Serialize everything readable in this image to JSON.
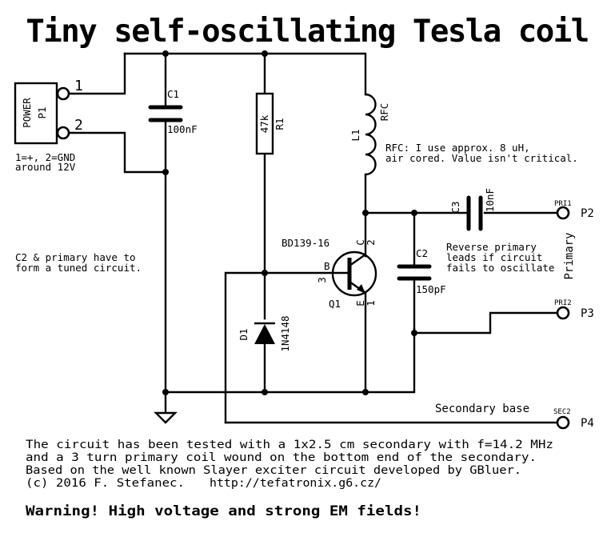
{
  "title": "Tiny self-oscillating Tesla coil",
  "components": {
    "p1": {
      "ref": "P1",
      "value": "POWER",
      "pin1": "1",
      "pin2": "2",
      "note_line1": "1=+, 2=GND",
      "note_line2": "around 12V"
    },
    "c1": {
      "ref": "C1",
      "value": "100nF"
    },
    "r1": {
      "ref": "R1",
      "value": "47k"
    },
    "l1": {
      "ref": "L1",
      "value": "RFC"
    },
    "q1": {
      "ref": "Q1",
      "value": "BD139-16",
      "pin_b": "B",
      "pin_b_num": "3",
      "pin_c": "C",
      "pin_c_num": "2",
      "pin_e": "E",
      "pin_e_num": "1"
    },
    "d1": {
      "ref": "D1",
      "value": "1N4148"
    },
    "c2": {
      "ref": "C2",
      "value": "150pF"
    },
    "c3": {
      "ref": "C3",
      "value": "10nF"
    },
    "p2": {
      "ref": "P2",
      "net": "PRI1"
    },
    "p3": {
      "ref": "P3",
      "net": "PRI2"
    },
    "p4": {
      "ref": "P4",
      "net": "SEC2"
    }
  },
  "labels": {
    "primary": "Primary",
    "secondary_base": "Secondary base"
  },
  "notes": {
    "rfc_line1": "RFC:  I use approx. 8 uH,",
    "rfc_line2": "air cored. Value isn't critical.",
    "c2_line1": "C2 & primary have to",
    "c2_line2": "form a tuned circuit.",
    "reverse_line1": "Reverse primary",
    "reverse_line2": "leads if circuit",
    "reverse_line3": "fails to oscillate"
  },
  "footer": {
    "line1": "The circuit has been tested with a 1x2.5 cm secondary with f=14.2 MHz",
    "line2": "and a 3 turn primary coil wound on the bottom end of the secondary.",
    "line3": "Based on the well known Slayer exciter circuit developed by GBluer.",
    "line4_copyright": "(c) 2016 F. Stefanec.",
    "line4_url": "http://tefatronix.g6.cz/",
    "warning": "Warning! High voltage and strong EM fields!"
  }
}
